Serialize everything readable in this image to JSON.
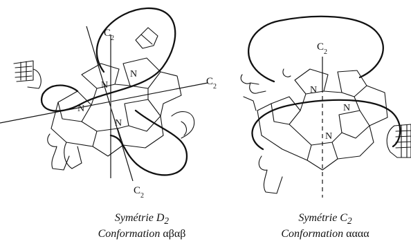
{
  "figure": {
    "left": {
      "axis_labels": [
        "C",
        "C",
        "C"
      ],
      "axis_subscript": "2",
      "atom_labels": [
        "N",
        "N",
        "N",
        "N"
      ],
      "caption_symmetry_prefix": "Symétrie D",
      "caption_symmetry_sub": "2",
      "caption_conformation_prefix": "Conformation ",
      "caption_conformation_greek": "αβαβ"
    },
    "right": {
      "axis_labels": [
        "C"
      ],
      "axis_subscript": "2",
      "atom_labels": [
        "N",
        "N",
        "N"
      ],
      "caption_symmetry_prefix": "Symétrie C",
      "caption_symmetry_sub": "2",
      "caption_conformation_prefix": "Conformation ",
      "caption_conformation_greek": "αααα"
    }
  }
}
